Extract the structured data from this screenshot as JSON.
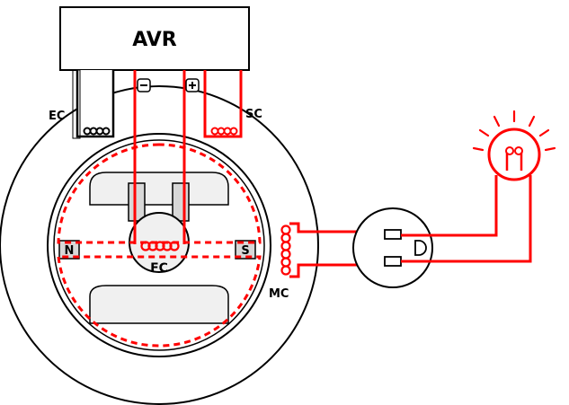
{
  "labels": {
    "avr": "AVR",
    "ec": "EC",
    "sc": "SC",
    "mc": "MC",
    "fc": "FC",
    "pole_n": "N",
    "pole_s": "S",
    "minus_terminal": "−",
    "plus_terminal": "+"
  },
  "colors": {
    "circuit_red": "#ff0000",
    "outline": "#000000",
    "fill_white": "#ffffff",
    "fill_light_gray": "#f0f0f0",
    "fill_gray": "#d8d8d8"
  },
  "icons": {
    "lamp": "light-bulb-icon",
    "outlet": "power-outlet-icon"
  }
}
